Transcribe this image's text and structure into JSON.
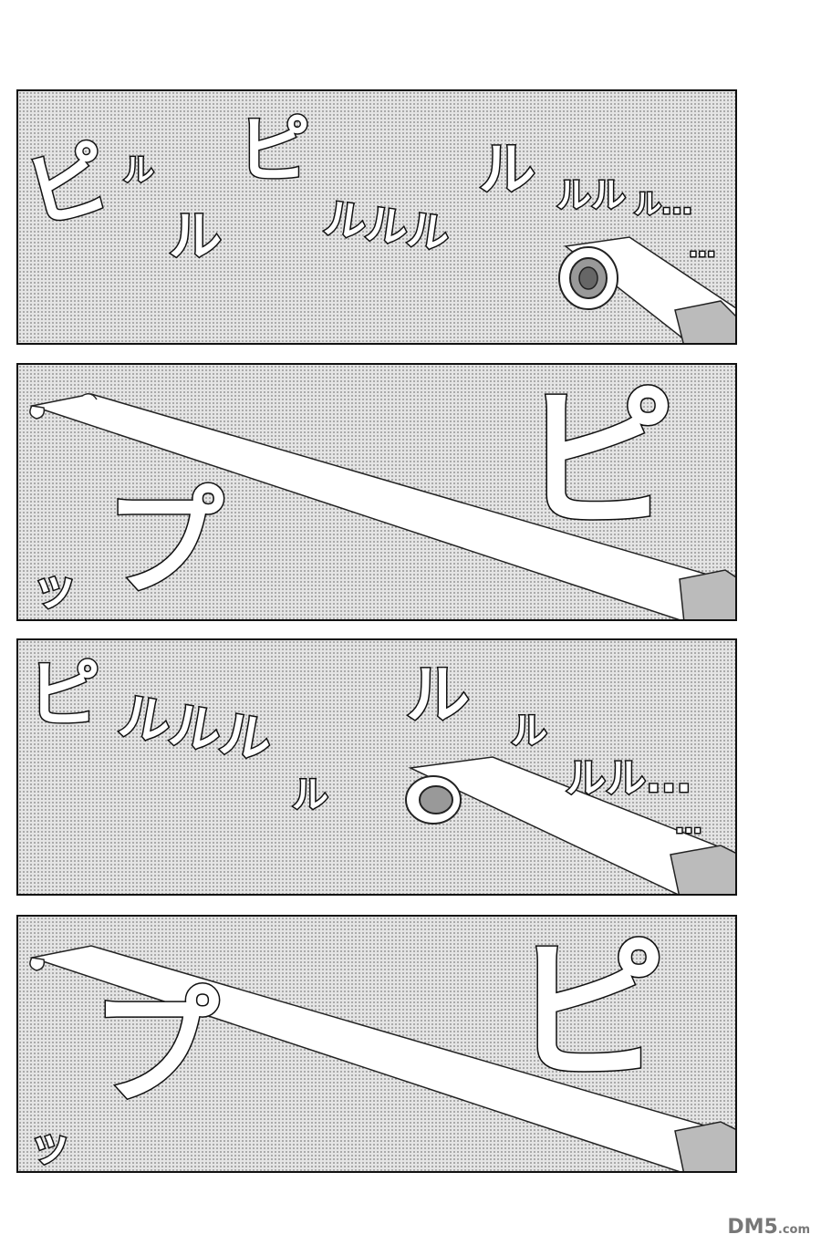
{
  "panels": [
    {
      "sfx": [
        "ピ",
        "ル",
        "ル",
        "ピ",
        "ルルル",
        "ル",
        "ルル",
        "ル...",
        "..."
      ],
      "prop": "party-horn-rolled"
    },
    {
      "sfx": [
        "ピ",
        "プ",
        "ッ"
      ],
      "prop": "party-horn-extended"
    },
    {
      "sfx": [
        "ピ",
        "ルルル",
        "ル",
        "ル",
        "ル",
        "ルル...",
        "..."
      ],
      "prop": "party-horn-rolled"
    },
    {
      "sfx": [
        "ピ",
        "プ",
        "ッ"
      ],
      "prop": "party-horn-extended"
    }
  ],
  "watermark": {
    "main": "DM5",
    "suffix": ".com"
  },
  "colors": {
    "border": "#111111",
    "tone": "#e4e4e4",
    "paper": "#ffffff"
  }
}
